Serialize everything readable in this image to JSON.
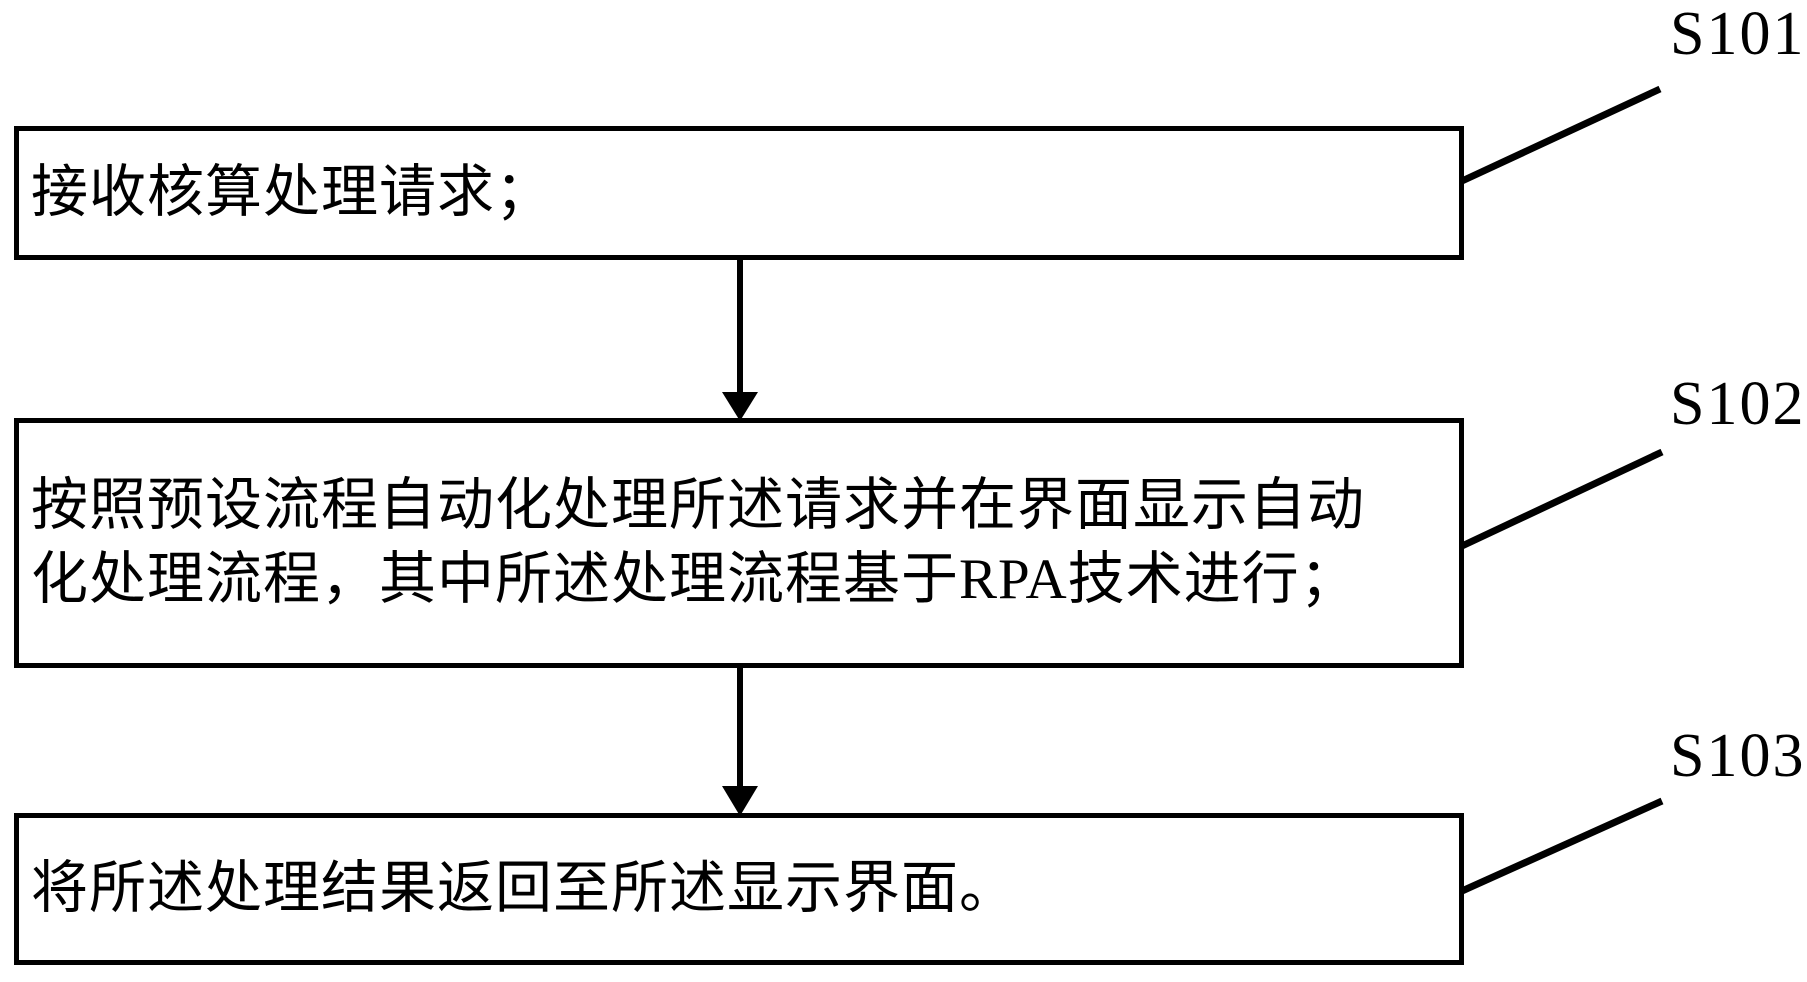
{
  "diagram": {
    "type": "flowchart",
    "colors": {
      "line": "#000000",
      "text": "#000000",
      "background": "#ffffff"
    },
    "steps": [
      {
        "step_label": "S101",
        "text": "接收核算处理请求；"
      },
      {
        "step_label": "S102",
        "text": "按照预设流程自动化处理所述请求并在界面显示自动化处理流程，其中所述处理流程基于RPA技术进行；"
      },
      {
        "step_label": "S103",
        "text": "将所述处理结果返回至所述显示界面。"
      }
    ],
    "connections": [
      {
        "from": "S101",
        "to": "S102",
        "style": "arrow-down"
      },
      {
        "from": "S102",
        "to": "S103",
        "style": "arrow-down"
      }
    ]
  }
}
